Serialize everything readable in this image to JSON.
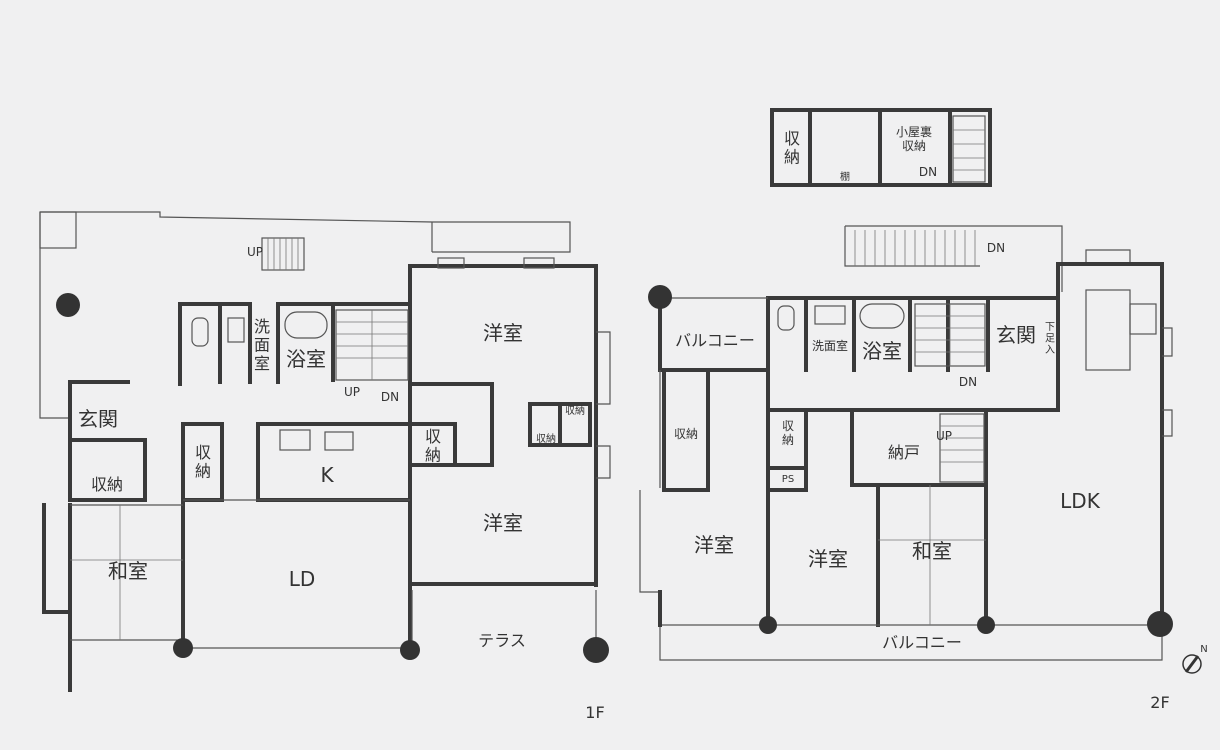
{
  "floor1": {
    "floor_label": "1F",
    "rooms": {
      "yoshitsu_top": "洋室",
      "yoshitsu_bottom": "洋室",
      "senmenshitsu": "洗\n面\n室",
      "yokushitsu": "浴室",
      "genkan": "玄関",
      "shuno_entry": "収納",
      "shuno_left": "収\n納",
      "shuno_mid": "収\n納",
      "shuno_small_a": "収納",
      "shuno_small_b": "収納",
      "kitchen": "K",
      "washitsu": "和室",
      "ld": "LD",
      "terrace": "テラス"
    },
    "stairs": {
      "up_outside": "UP",
      "up_inside": "UP",
      "dn_inside": "DN"
    }
  },
  "attic": {
    "shuno": "収\n納",
    "koyaura": "小屋裏\n収納",
    "tana": "棚",
    "dn": "DN"
  },
  "floor2": {
    "floor_label": "2F",
    "rooms": {
      "balcony_top": "バルコニー",
      "senmenshitsu": "洗面室",
      "yokushitsu": "浴室",
      "genkan": "玄関",
      "getabako": "下\n足\n入",
      "shuno_left": "収納",
      "shuno_mid": "収\n納",
      "ps": "PS",
      "nando": "納戸",
      "yoshitsu_a": "洋室",
      "yoshitsu_b": "洋室",
      "washitsu": "和室",
      "ldk": "LDK",
      "balcony_bottom": "バルコニー"
    },
    "stairs": {
      "dn_outside": "DN",
      "dn_inside": "DN",
      "up_inside": "UP"
    },
    "compass": "N"
  }
}
